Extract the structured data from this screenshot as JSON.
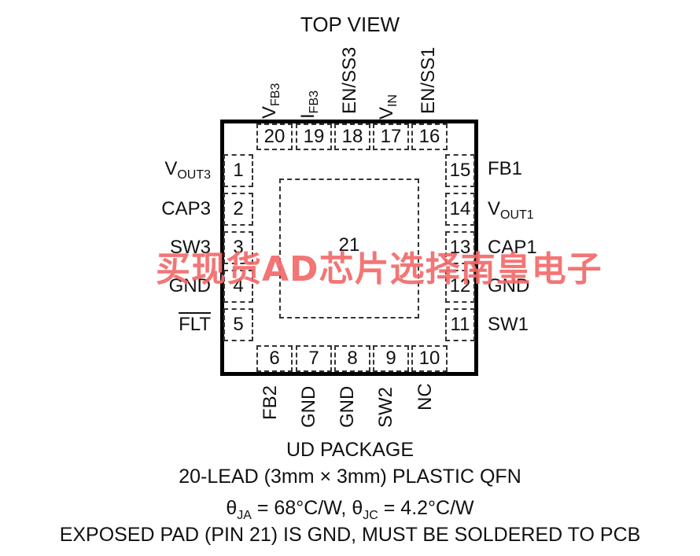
{
  "title": "TOP VIEW",
  "exposed_pad_number": "21",
  "pins": {
    "p1": "1",
    "p2": "2",
    "p3": "3",
    "p4": "4",
    "p5": "5",
    "p6": "6",
    "p7": "7",
    "p8": "8",
    "p9": "9",
    "p10": "10",
    "p11": "11",
    "p12": "12",
    "p13": "13",
    "p14": "14",
    "p15": "15",
    "p16": "16",
    "p17": "17",
    "p18": "18",
    "p19": "19",
    "p20": "20"
  },
  "labels": {
    "vfb3_main": "V",
    "vfb3_sub": "FB3",
    "ifb3_main": "I",
    "ifb3_sub": "FB3",
    "en_ss3": "EN/SS3",
    "vin_main": "V",
    "vin_sub": "IN",
    "en_ss1": "EN/SS1",
    "vout3_main": "V",
    "vout3_sub": "OUT3",
    "cap3": "CAP3",
    "sw3": "SW3",
    "gnd_left": "GND",
    "flt": "FLT",
    "fb1": "FB1",
    "vout1_main": "V",
    "vout1_sub": "OUT1",
    "cap1": "CAP1",
    "gnd_right": "GND",
    "sw1": "SW1",
    "fb2": "FB2",
    "gnd_b7": "GND",
    "gnd_b8": "GND",
    "sw2": "SW2",
    "nc": "NC"
  },
  "footer": {
    "line1": "UD PACKAGE",
    "line2": "20-LEAD (3mm × 3mm) PLASTIC QFN",
    "line3_theta1": "θ",
    "line3_sub1": "JA",
    "line3_mid": " = 68°C/W, ",
    "line3_theta2": "θ",
    "line3_sub2": "JC",
    "line3_end": " = 4.2°C/W",
    "line4": "EXPOSED PAD (PIN 21) IS GND, MUST BE SOLDERED TO PCB"
  },
  "watermark": "买现货AD芯片选择南皇电子",
  "colors": {
    "watermark": "#f26a6a",
    "outline": "#000000"
  }
}
